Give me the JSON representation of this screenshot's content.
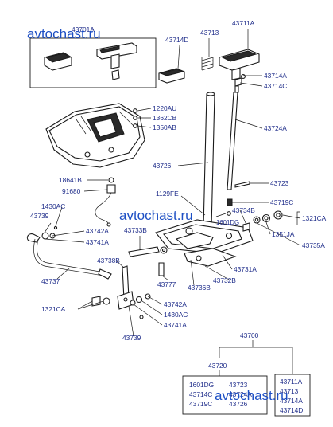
{
  "watermarks": [
    "avtochast.ru",
    "avtochast.ru",
    "avtochast.ru"
  ],
  "labels": {
    "p43701A": "43701A",
    "p43714D": "43714D",
    "p43713": "43713",
    "p43711A": "43711A",
    "p43714A": "43714A",
    "p43714C": "43714C",
    "p1220AU": "1220AU",
    "p1362CB": "1362CB",
    "p1350AB": "1350AB",
    "p43724A": "43724A",
    "p43726": "43726",
    "p18641B": "18641B",
    "p91680": "91680",
    "p43723": "43723",
    "p1129FE": "1129FE",
    "p43719C": "43719C",
    "p43734B": "43734B",
    "p1601DG": "1601DG",
    "p1321CA_r": "1321CA",
    "p1351JA": "1351JA",
    "p43735A": "43735A",
    "p1430AC_l": "1430AC",
    "p43739_l": "43739",
    "p43742A_l": "43742A",
    "p43741A_l": "43741A",
    "p43733B": "43733B",
    "p43731A": "43731A",
    "p43732B": "43732B",
    "p43736B": "43736B",
    "p43777": "43777",
    "p43738B": "43738B",
    "p43737": "43737",
    "p1321CA_l": "1321CA",
    "p43742A_b": "43742A",
    "p1430AC_b": "1430AC",
    "p43741A_b": "43741A",
    "p43739_b": "43739"
  },
  "tree": {
    "root": "43700",
    "group_a": "43720",
    "group_a_items": [
      "1601DG",
      "43714C",
      "43719C",
      "43723",
      "43724A",
      "43726"
    ],
    "group_b_items": [
      "43711A",
      "43713",
      "43714A",
      "43714D"
    ]
  }
}
